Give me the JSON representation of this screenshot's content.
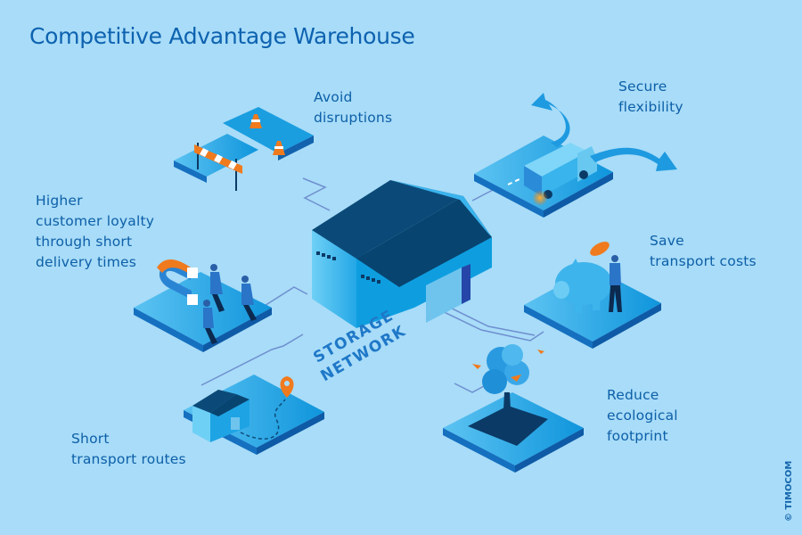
{
  "title": "Competitive Advantage Warehouse",
  "center": {
    "line1": "STORAGE",
    "line2": "NETWORK",
    "icon": "warehouse-icon"
  },
  "benefits": [
    {
      "id": "disruptions",
      "label": "Avoid\ndisruptions",
      "icon": "road-barrier-icon"
    },
    {
      "id": "flexibility",
      "label": "Secure\nflexibility",
      "icon": "truck-arrows-icon"
    },
    {
      "id": "loyalty",
      "label": "Higher\ncustomer loyalty\nthrough short\ndelivery times",
      "icon": "magnet-customers-icon"
    },
    {
      "id": "costs",
      "label": "Save\ntransport costs",
      "icon": "piggy-bank-icon"
    },
    {
      "id": "routes",
      "label": "Short\ntransport routes",
      "icon": "warehouse-pin-icon"
    },
    {
      "id": "eco",
      "label": "Reduce\necological\nfootprint",
      "icon": "tree-icon"
    }
  ],
  "copyright": "© TIMOCOM",
  "colors": {
    "background": "#a8dcf8",
    "text": "#0d5fa8",
    "accent_orange": "#f07a1e",
    "platform": "#1a9ee0",
    "platform_side": "#1570c0",
    "roof": "#0b4a78"
  }
}
